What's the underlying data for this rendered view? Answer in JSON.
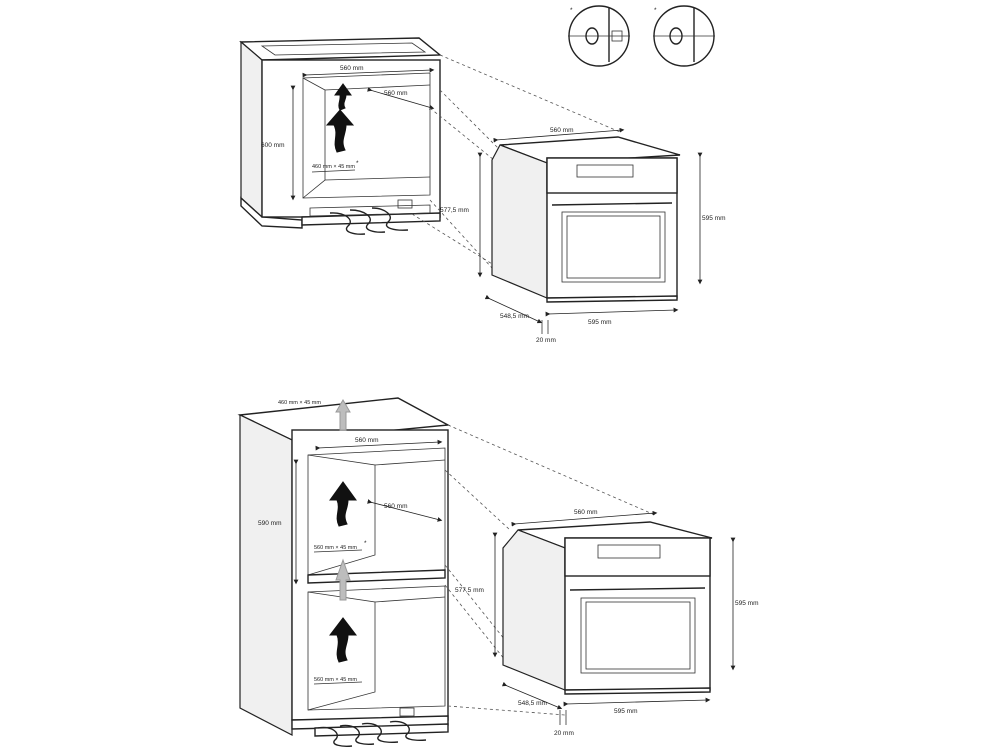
{
  "diagram_top": {
    "cabinet_width_label": "560 mm",
    "cabinet_depth_label": "560 mm",
    "cabinet_height_label": "600 mm",
    "vent_label": "460 mm × 45 mm",
    "recess_height_label": "577,5 mm",
    "oven_width_label": "560 mm",
    "oven_height_label": "595 mm",
    "oven_depth_label": "548,5 mm",
    "oven_front_width_label": "595 mm",
    "door_label": "20 mm"
  },
  "diagram_bottom": {
    "top_vent_label": "460 mm × 45 mm",
    "cabinet_width_label": "560 mm",
    "cabinet_depth_label": "560 mm",
    "niche_height_label": "590 mm",
    "vent_mid_label": "560 mm × 45 mm",
    "vent_low_label": "560 mm × 45 mm",
    "recess_height_label": "577,5 mm",
    "oven_width_label": "560 mm",
    "oven_height_label": "595 mm",
    "oven_depth_label": "548,5 mm",
    "oven_front_width_label": "595 mm",
    "door_label": "20 mm"
  },
  "plug_details": {
    "left_mark": "*",
    "right_mark": "*"
  }
}
